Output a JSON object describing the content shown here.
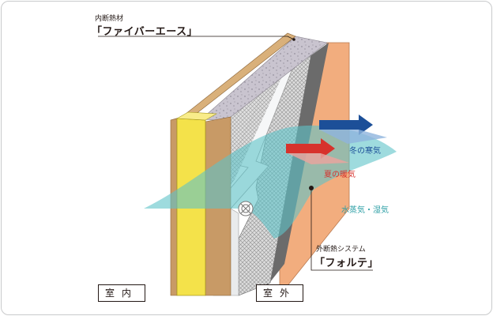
{
  "labels": {
    "inner_insulation_caption": "内断熱材",
    "inner_insulation_product": "「ファイバーエース」",
    "winter_cold_air": "冬の寒気",
    "summer_warm_air": "夏の暖気",
    "vapor": "水蒸気・湿気",
    "exterior_system_caption": "外断熱システム",
    "exterior_system_product": "「フォルテ」",
    "indoor": "室内",
    "outdoor": "室外"
  },
  "colors": {
    "insulation_yellow": "#f4e24a",
    "wood_brown": "#c89a66",
    "exterior_orange": "#f2ad7e",
    "vapor_teal": "#5ec3c8",
    "winter_arrow_blue": "#1c4f98",
    "summer_arrow_red": "#d7322c",
    "mesh_gray": "#8a8a8a",
    "board_white": "#f4f5f6"
  }
}
